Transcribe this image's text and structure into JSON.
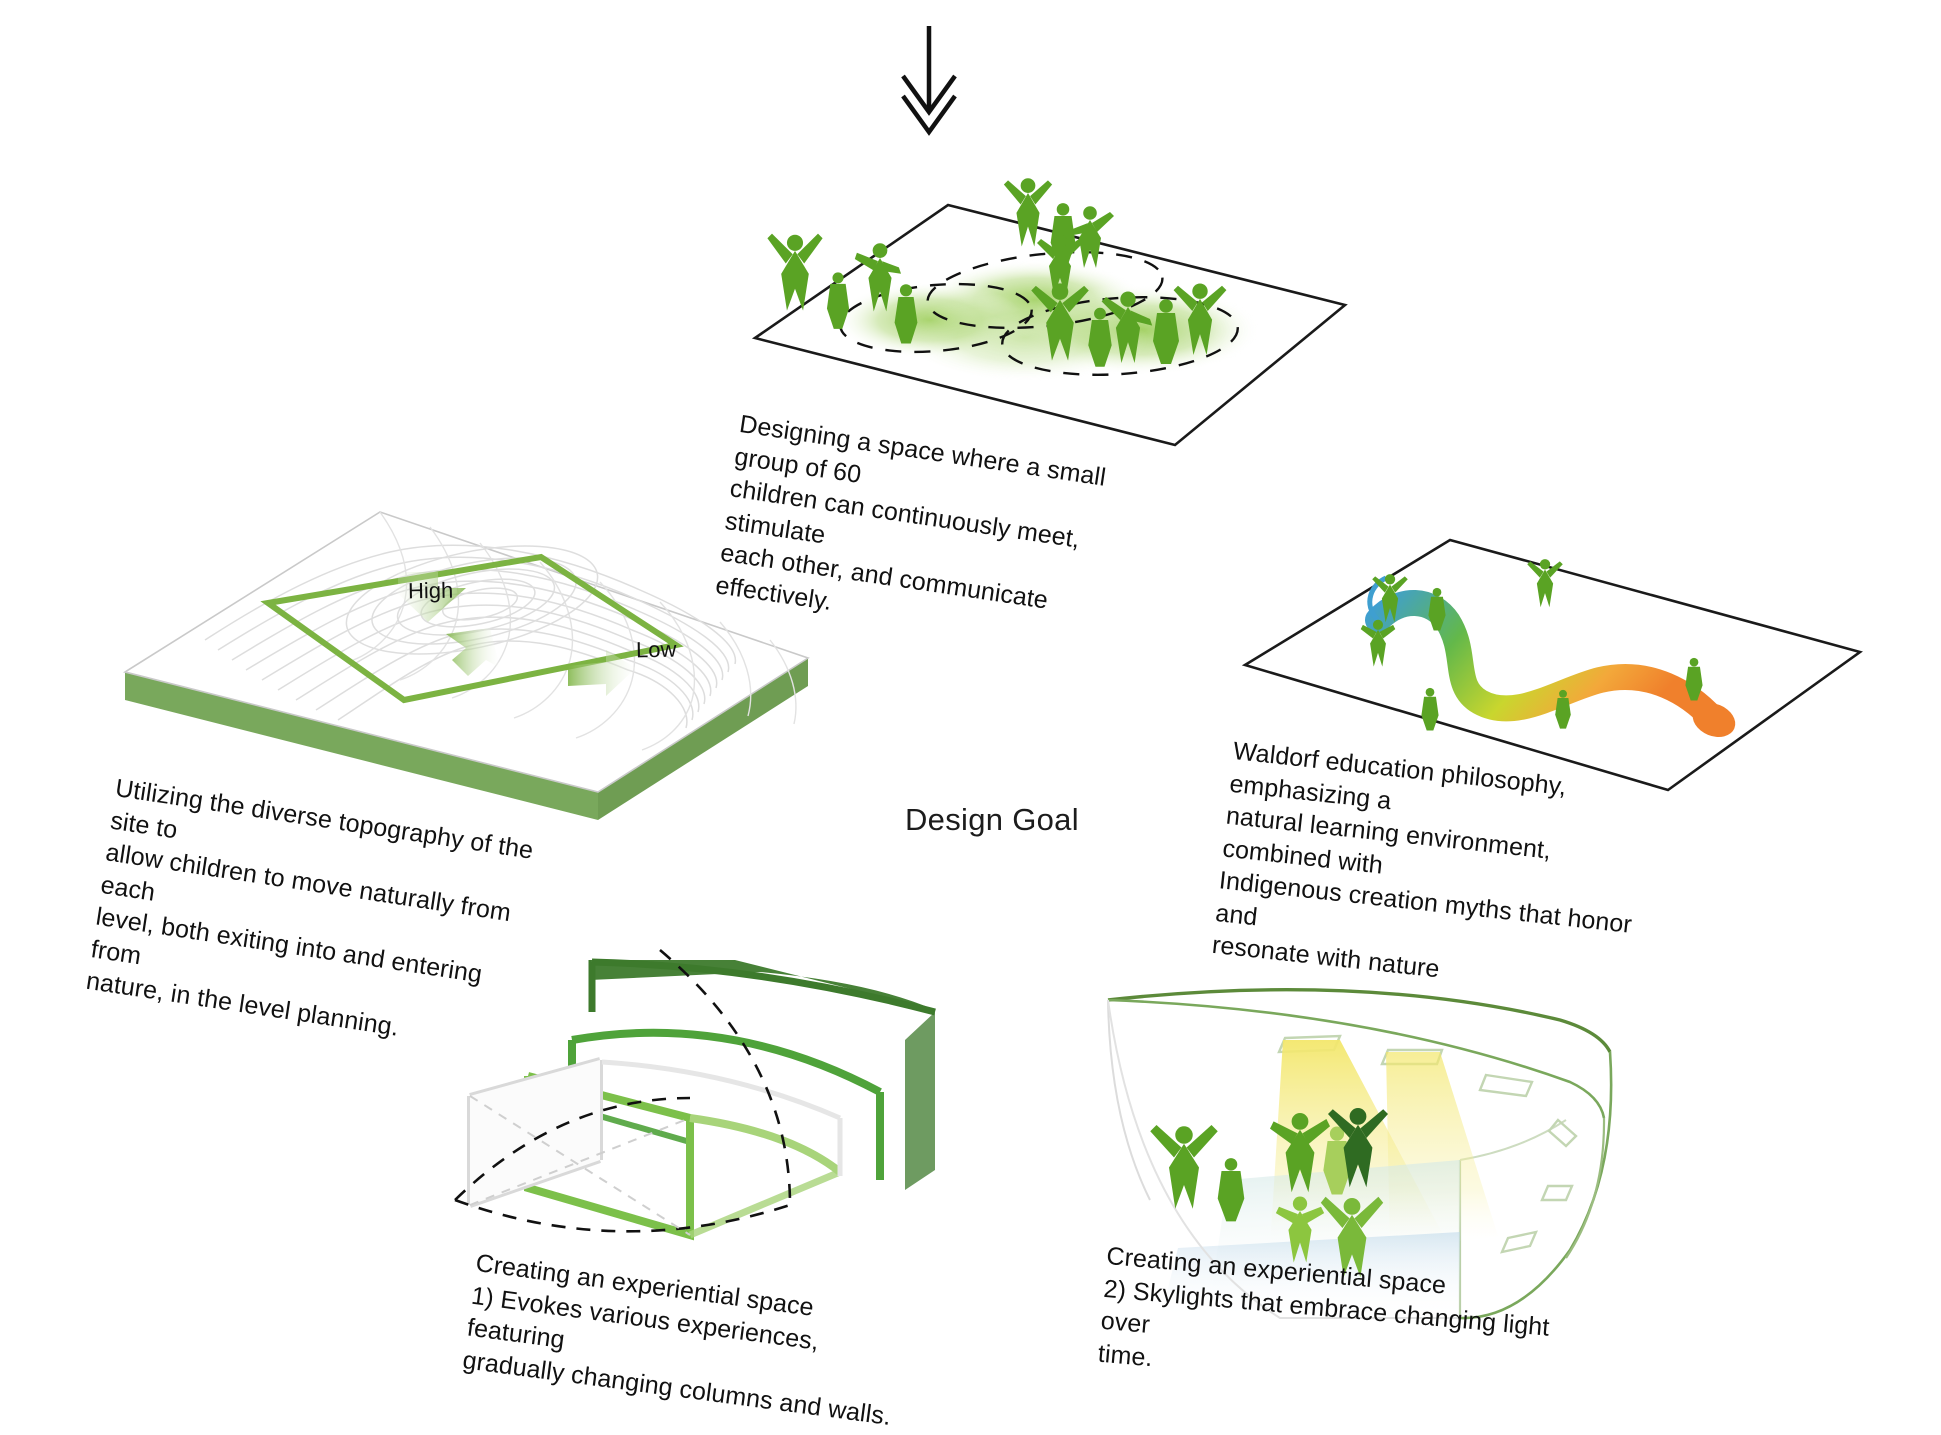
{
  "diagram": {
    "title": "Design Goal",
    "down_arrow_icon": "down-arrow-icon"
  },
  "panels": {
    "top_center": {
      "name": "social-gathering-plane",
      "caption": "Designing a space where a small group of 60\nchildren can continuously meet, stimulate\neach other, and communicate effectively.",
      "figure_count": 14,
      "accent_color": "#6aa92d"
    },
    "left": {
      "name": "topography-site-plane",
      "caption": "Utilizing the diverse topography of the site to\nallow children to move naturally from each\nlevel, both exiting into and entering from\nnature, in the level planning.",
      "labels": {
        "high": "High",
        "low": "Low"
      },
      "accent_color": "#7cb342",
      "base_color": "#79a85c",
      "contour_color": "#d8d8d8"
    },
    "right": {
      "name": "waldorf-nature-path-plane",
      "caption": "Waldorf education philosophy, emphasizing a\nnatural learning environment, combined with\nIndigenous creation myths that honor and\nresonate with nature",
      "gradient_stops": [
        "#3f9fd0",
        "#63b84a",
        "#c9d62e",
        "#f3a83a",
        "#f07f2c"
      ],
      "figure_count": 6
    },
    "bottom_left": {
      "name": "columns-and-walls-section",
      "caption": "Creating an experiential space\n1)      Evokes various experiences, featuring\ngradually changing columns and walls.",
      "frame_colors": [
        "#3d7a2c",
        "#4fa33a",
        "#7cc04a",
        "#a8d47a",
        "#d8d8d8"
      ]
    },
    "bottom_right": {
      "name": "skylight-light-section",
      "caption": "Creating an experiential space\n2) Skylights that embrace changing light over\ntime.",
      "light_color": "#f5e97a",
      "shell_color": "#5c8a3a",
      "figure_count": 6
    }
  }
}
